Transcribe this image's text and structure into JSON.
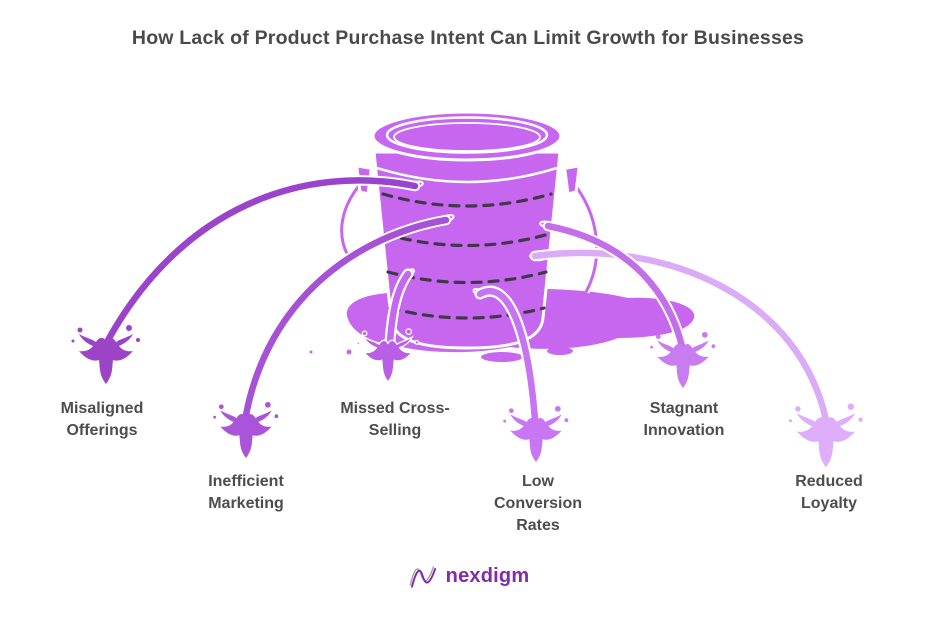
{
  "title": "How Lack of Product Purchase Intent Can Limit Growth for Businesses",
  "colors": {
    "background": "#ffffff",
    "bucket": "#c767f0",
    "outline": "#ffffff",
    "hoop_dash": "#3f3847",
    "title_text": "#4a4a4a",
    "label_text": "#4d4d4d",
    "logo_purple": "#8428ad",
    "logo_gray": "#9aa0a6"
  },
  "leaks": [
    {
      "label": "Misaligned\nOfferings",
      "arc_color": "#9a43cb",
      "splash_color": "#9b44c6"
    },
    {
      "label": "Inefficient\nMarketing",
      "arc_color": "#a751d6",
      "splash_color": "#aa55d9"
    },
    {
      "label": "Missed Cross-\nSelling",
      "arc_color": "#c767f0",
      "splash_color": "#b95ee5"
    },
    {
      "label": "Low\nConversion\nRates",
      "arc_color": "#c873f1",
      "splash_color": "#c877f2"
    },
    {
      "label": "Stagnant\nInnovation",
      "arc_color": "#c36fe9",
      "splash_color": "#c97cef"
    },
    {
      "label": "Reduced\nLoyalty",
      "arc_color": "#dcabf6",
      "splash_color": "#dfaef8"
    }
  ],
  "logo": {
    "text": "nexdigm"
  }
}
